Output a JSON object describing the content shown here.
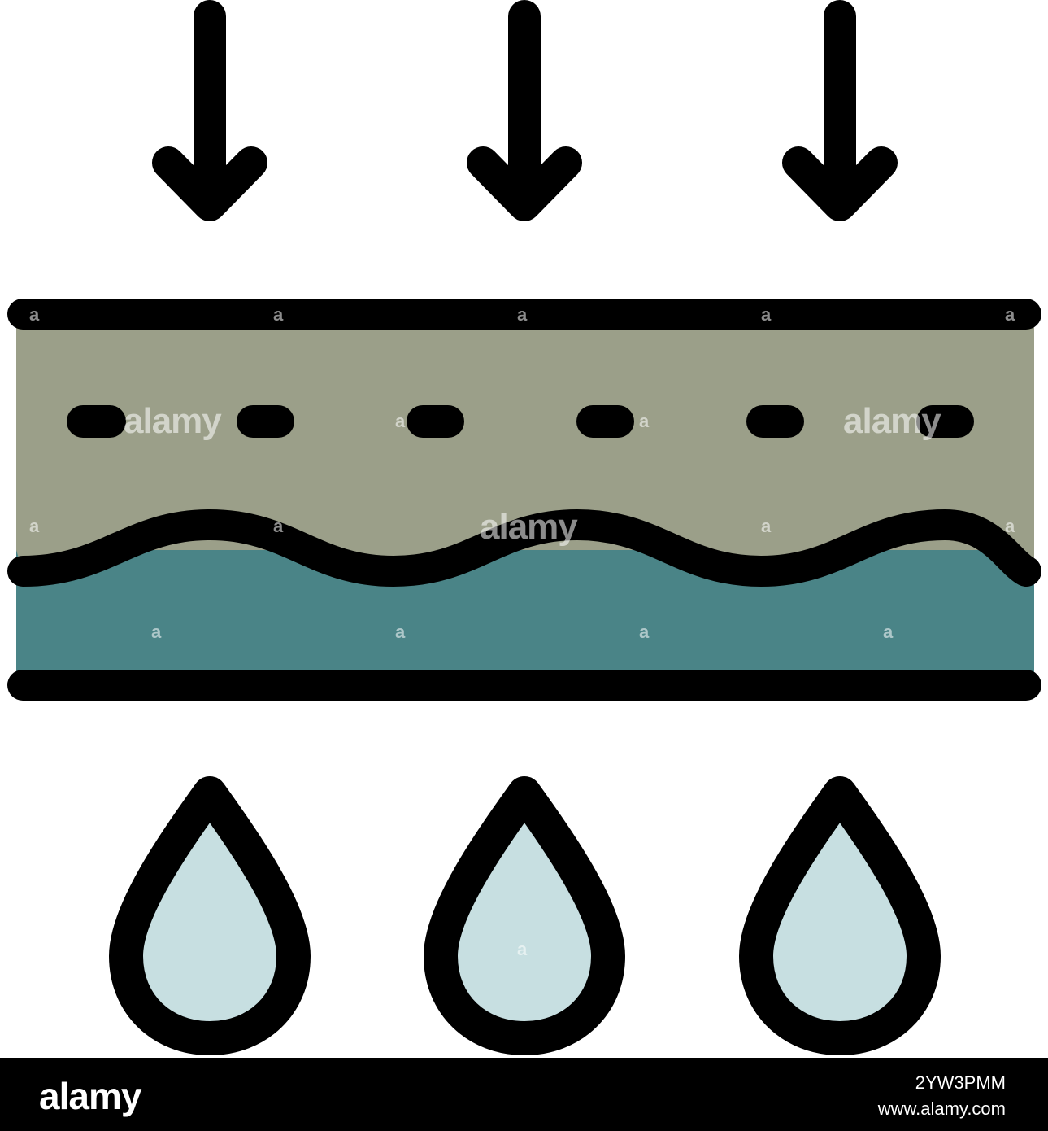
{
  "colors": {
    "stroke": "#000000",
    "upper_layer": "#9b9f89",
    "lower_layer": "#4a8487",
    "drop_fill": "#c7dfe1",
    "footer_bg": "#000000",
    "footer_text": "#ffffff"
  },
  "icons": {
    "arrows": [
      "arrow-down-icon",
      "arrow-down-icon",
      "arrow-down-icon"
    ],
    "drops": [
      "water-drop-icon",
      "water-drop-icon",
      "water-drop-icon"
    ],
    "layers": "membrane-layers-icon"
  },
  "watermark": {
    "big": "alamy",
    "small": "a"
  },
  "footer": {
    "logo": "alamy",
    "image_id": "2YW3PMM",
    "url": "www.alamy.com"
  }
}
